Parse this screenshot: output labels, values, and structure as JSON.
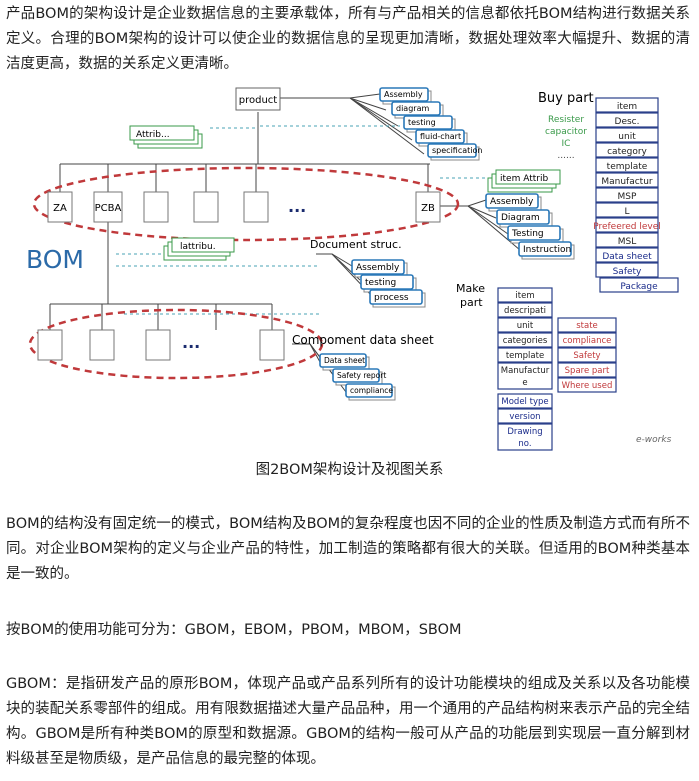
{
  "paragraphs": {
    "p1": "产品BOM的架构设计是企业数据信息的主要承载体，所有与产品相关的信息都依托BOM结构进行数据关系定义。合理的BOM架构的设计可以使企业的数据信息的呈现更加清晰，数据处理效率大幅提升、数据的清洁度更高，数据的关系定义更清晰。",
    "p2": "BOM的结构没有固定统一的模式，BOM结构及BOM的复杂程度也因不同的企业的性质及制造方式而有所不同。对企业BOM架构的定义与企业产品的特性，加工制造的策略都有很大的关联。但适用的BOM种类基本是一致的。",
    "p3": "按BOM的使用功能可分为：GBOM，EBOM，PBOM，MBOM，SBOM",
    "p4": "GBOM：是指研发产品的原形BOM，体现产品或产品系列所有的设计功能模块的组成及关系以及各功能模块的装配关系零部件的组成。用有限数据描述大量产品品种，用一个通用的产品结构树来表示产品的完全结构。GBOM是所有种类BOM的原型和数据源。GBOM的结构一般可从产品的功能层到实现层一直分解到材料级甚至是物质级，是产品信息的最完整的体现。"
  },
  "caption": "图2BOM架构设计及视图关系",
  "diagram": {
    "product": "product",
    "bom_label": "BOM",
    "level1_labels": [
      "ZA",
      "PCBA",
      "...",
      "ZB"
    ],
    "attrib_label": "Attrib...",
    "item_attrib_label": "item Attrib",
    "lattribu_label": "lattribu.",
    "product_docs": [
      "Assembly",
      "diagram",
      "testing",
      "fluid-chart",
      "specification"
    ],
    "zb_docs": [
      "Assembly",
      "Diagram",
      "Testing",
      "Instruction"
    ],
    "doc_struc_title": "Document struc.",
    "doc_struc_items": [
      "Assembly",
      "testing",
      "process"
    ],
    "component_title": "Compoment  data sheet",
    "component_docs": [
      "Data sheet",
      "Safety report",
      "compliance"
    ],
    "dots": "...",
    "buy_part": {
      "title": "Buy part",
      "examples": [
        "Resister",
        "capacitor",
        "IC",
        "......"
      ],
      "fields": [
        "item",
        "Desc.",
        "unit",
        "category",
        "template",
        "Manufactur",
        "MSP",
        "L",
        "Prefeered level",
        "MSL",
        "Data sheet",
        "Safety",
        "Package"
      ]
    },
    "make_part": {
      "title": "Make\npart",
      "fields_left": [
        "item",
        "descripati",
        "unit",
        "categories",
        "template",
        "Manufactur\ne",
        "Model type",
        "version",
        "Drawing\nno."
      ],
      "fields_right": [
        "state",
        "compliance",
        "Safety",
        "Spare part",
        "Where used"
      ]
    },
    "logo": "e-works"
  }
}
